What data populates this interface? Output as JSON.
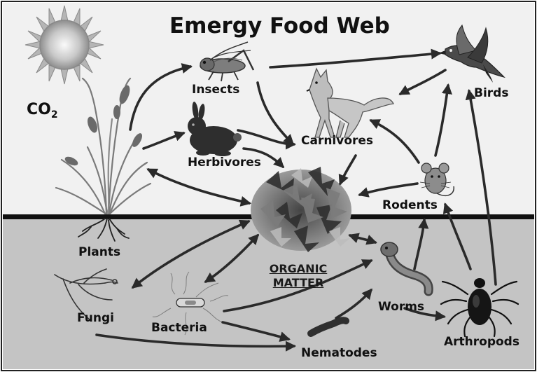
{
  "title": "Emergy Food Web",
  "co2": {
    "text": "CO",
    "subscript": "2"
  },
  "nodes": {
    "insects": "Insects",
    "birds": "Birds",
    "carnivores": "Carnivores",
    "herbivores": "Herbivores",
    "rodents": "Rodents",
    "plants": "Plants",
    "organic_matter_line1": "ORGANIC",
    "organic_matter_line2": "MATTER",
    "worms": "Worms",
    "fungi": "Fungi",
    "bacteria": "Bacteria",
    "nematodes": "Nematodes",
    "arthropods": "Arthropods"
  },
  "colors": {
    "sky": "#f1f1f1",
    "soil": "#c4c4c4",
    "ground_line": "#111111",
    "arrow": "#2a2a2a"
  },
  "icons": [
    "sun-icon",
    "plant-icon",
    "grasshopper-icon",
    "rabbit-icon",
    "fox-icon",
    "bird-icon",
    "mouse-icon",
    "leaf-pile-icon",
    "worm-icon",
    "fungi-icon",
    "bacteria-icon",
    "nematode-icon",
    "tick-icon"
  ]
}
